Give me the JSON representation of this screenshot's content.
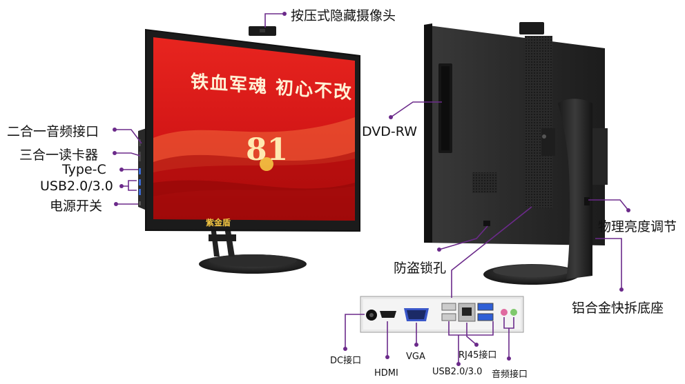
{
  "labels": {
    "camera": "按压式隐藏摄像头",
    "audio_combo": "二合一音频接口",
    "card_reader": "三合一读卡器",
    "type_c": "Type-C",
    "usb_front": "USB2.0/3.0",
    "power_switch": "电源开关",
    "dvd": "DVD-RW",
    "brightness": "物理亮度调节",
    "lock": "防盗锁孔",
    "base": "铝合金快拆底座",
    "dc": "DC接口",
    "hdmi": "HDMI",
    "vga": "VGA",
    "rj45": "RJ45接口",
    "usb_rear": "USB2.0/3.0",
    "audio_rear": "音频接口"
  },
  "screen": {
    "slogan": "铁血军魂 初心不改",
    "number": "81",
    "brand": "紫金盾"
  },
  "colors": {
    "callout": "#6b2a8a",
    "screen_red": "#d81e1e",
    "bezel": "#1a1a1a",
    "body": "#2b2b2b"
  }
}
